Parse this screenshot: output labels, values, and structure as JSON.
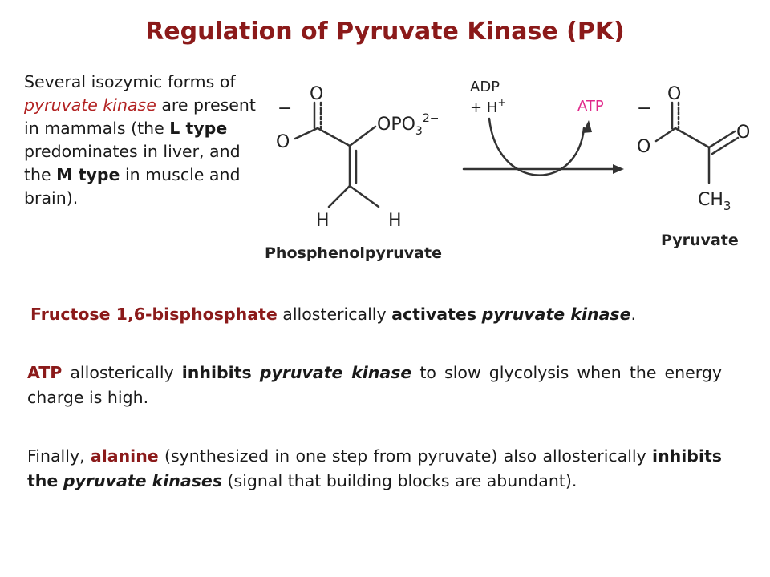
{
  "title": "Regulation of Pyruvate Kinase (PK)",
  "intro": {
    "t1": "Several isozymic forms of ",
    "t2": "pyruvate kinase",
    "t3": " are present in mammals (the ",
    "t4": "L type",
    "t5": " predominates in liver, and the ",
    "t6": "M type",
    "t7": " in muscle and brain)."
  },
  "reaction": {
    "left_name": "Phosphenolpyruvate",
    "right_name": "Pyruvate",
    "adp": "ADP",
    "plus_h": "+ H",
    "h_charge": "+",
    "atp": "ATP",
    "o": "O",
    "minus": "−",
    "opo": "OPO",
    "sub3": "3",
    "charge2": "2−",
    "h": "H",
    "ch": "CH"
  },
  "line1": {
    "t1": "Fructose 1,6-bisphosphate",
    "t2": " allosterically ",
    "t3": "activates",
    "t4": " ",
    "t5": "pyruvate kinase",
    "t6": "."
  },
  "para2": {
    "t1": "ATP",
    "t2": " allosterically ",
    "t3": "inhibits",
    "t4": " ",
    "t5": "pyruvate kinase",
    "t6": " to slow glycolysis when the energy charge is high."
  },
  "para3": {
    "t1": "Finally, ",
    "t2": "alanine",
    "t3": " (synthesized in one step from pyruvate) also allosterically ",
    "t4": "inhibits the",
    "t5": " ",
    "t6": "pyruvate kinases",
    "t7": " (signal that building blocks are abundant)."
  },
  "colors": {
    "title": "#8b1a1a",
    "accent": "#b22222",
    "atp_label": "#e0288a"
  }
}
